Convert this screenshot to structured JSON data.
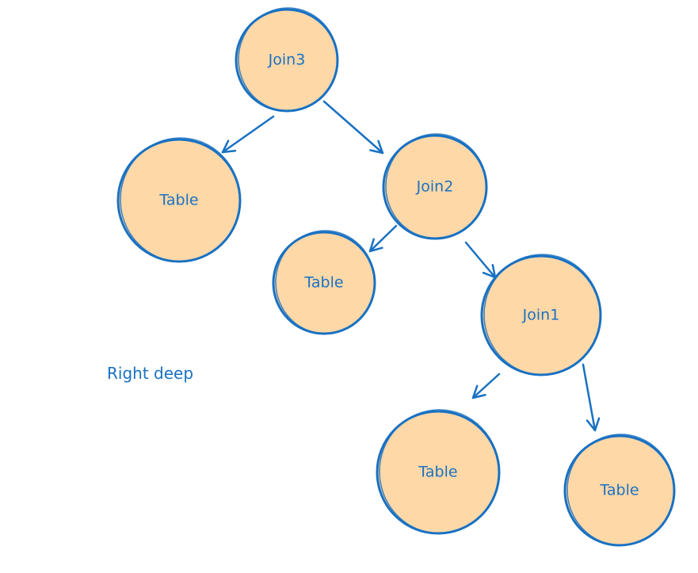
{
  "colors": {
    "node_fill": "#ffd8a8",
    "stroke": "#1971c2",
    "text": "#1971c2",
    "background": "#ffffff"
  },
  "nodes": [
    {
      "id": "join3",
      "label": "Join3"
    },
    {
      "id": "table-a",
      "label": "Table"
    },
    {
      "id": "join2",
      "label": "Join2"
    },
    {
      "id": "table-b",
      "label": "Table"
    },
    {
      "id": "join1",
      "label": "Join1"
    },
    {
      "id": "table-c",
      "label": "Table"
    },
    {
      "id": "table-d",
      "label": "Table"
    }
  ],
  "edges": [
    {
      "from": "join3",
      "to": "table-a"
    },
    {
      "from": "join3",
      "to": "join2"
    },
    {
      "from": "join2",
      "to": "table-b"
    },
    {
      "from": "join2",
      "to": "join1"
    },
    {
      "from": "join1",
      "to": "table-c"
    },
    {
      "from": "join1",
      "to": "table-d"
    }
  ],
  "caption": "Right deep"
}
